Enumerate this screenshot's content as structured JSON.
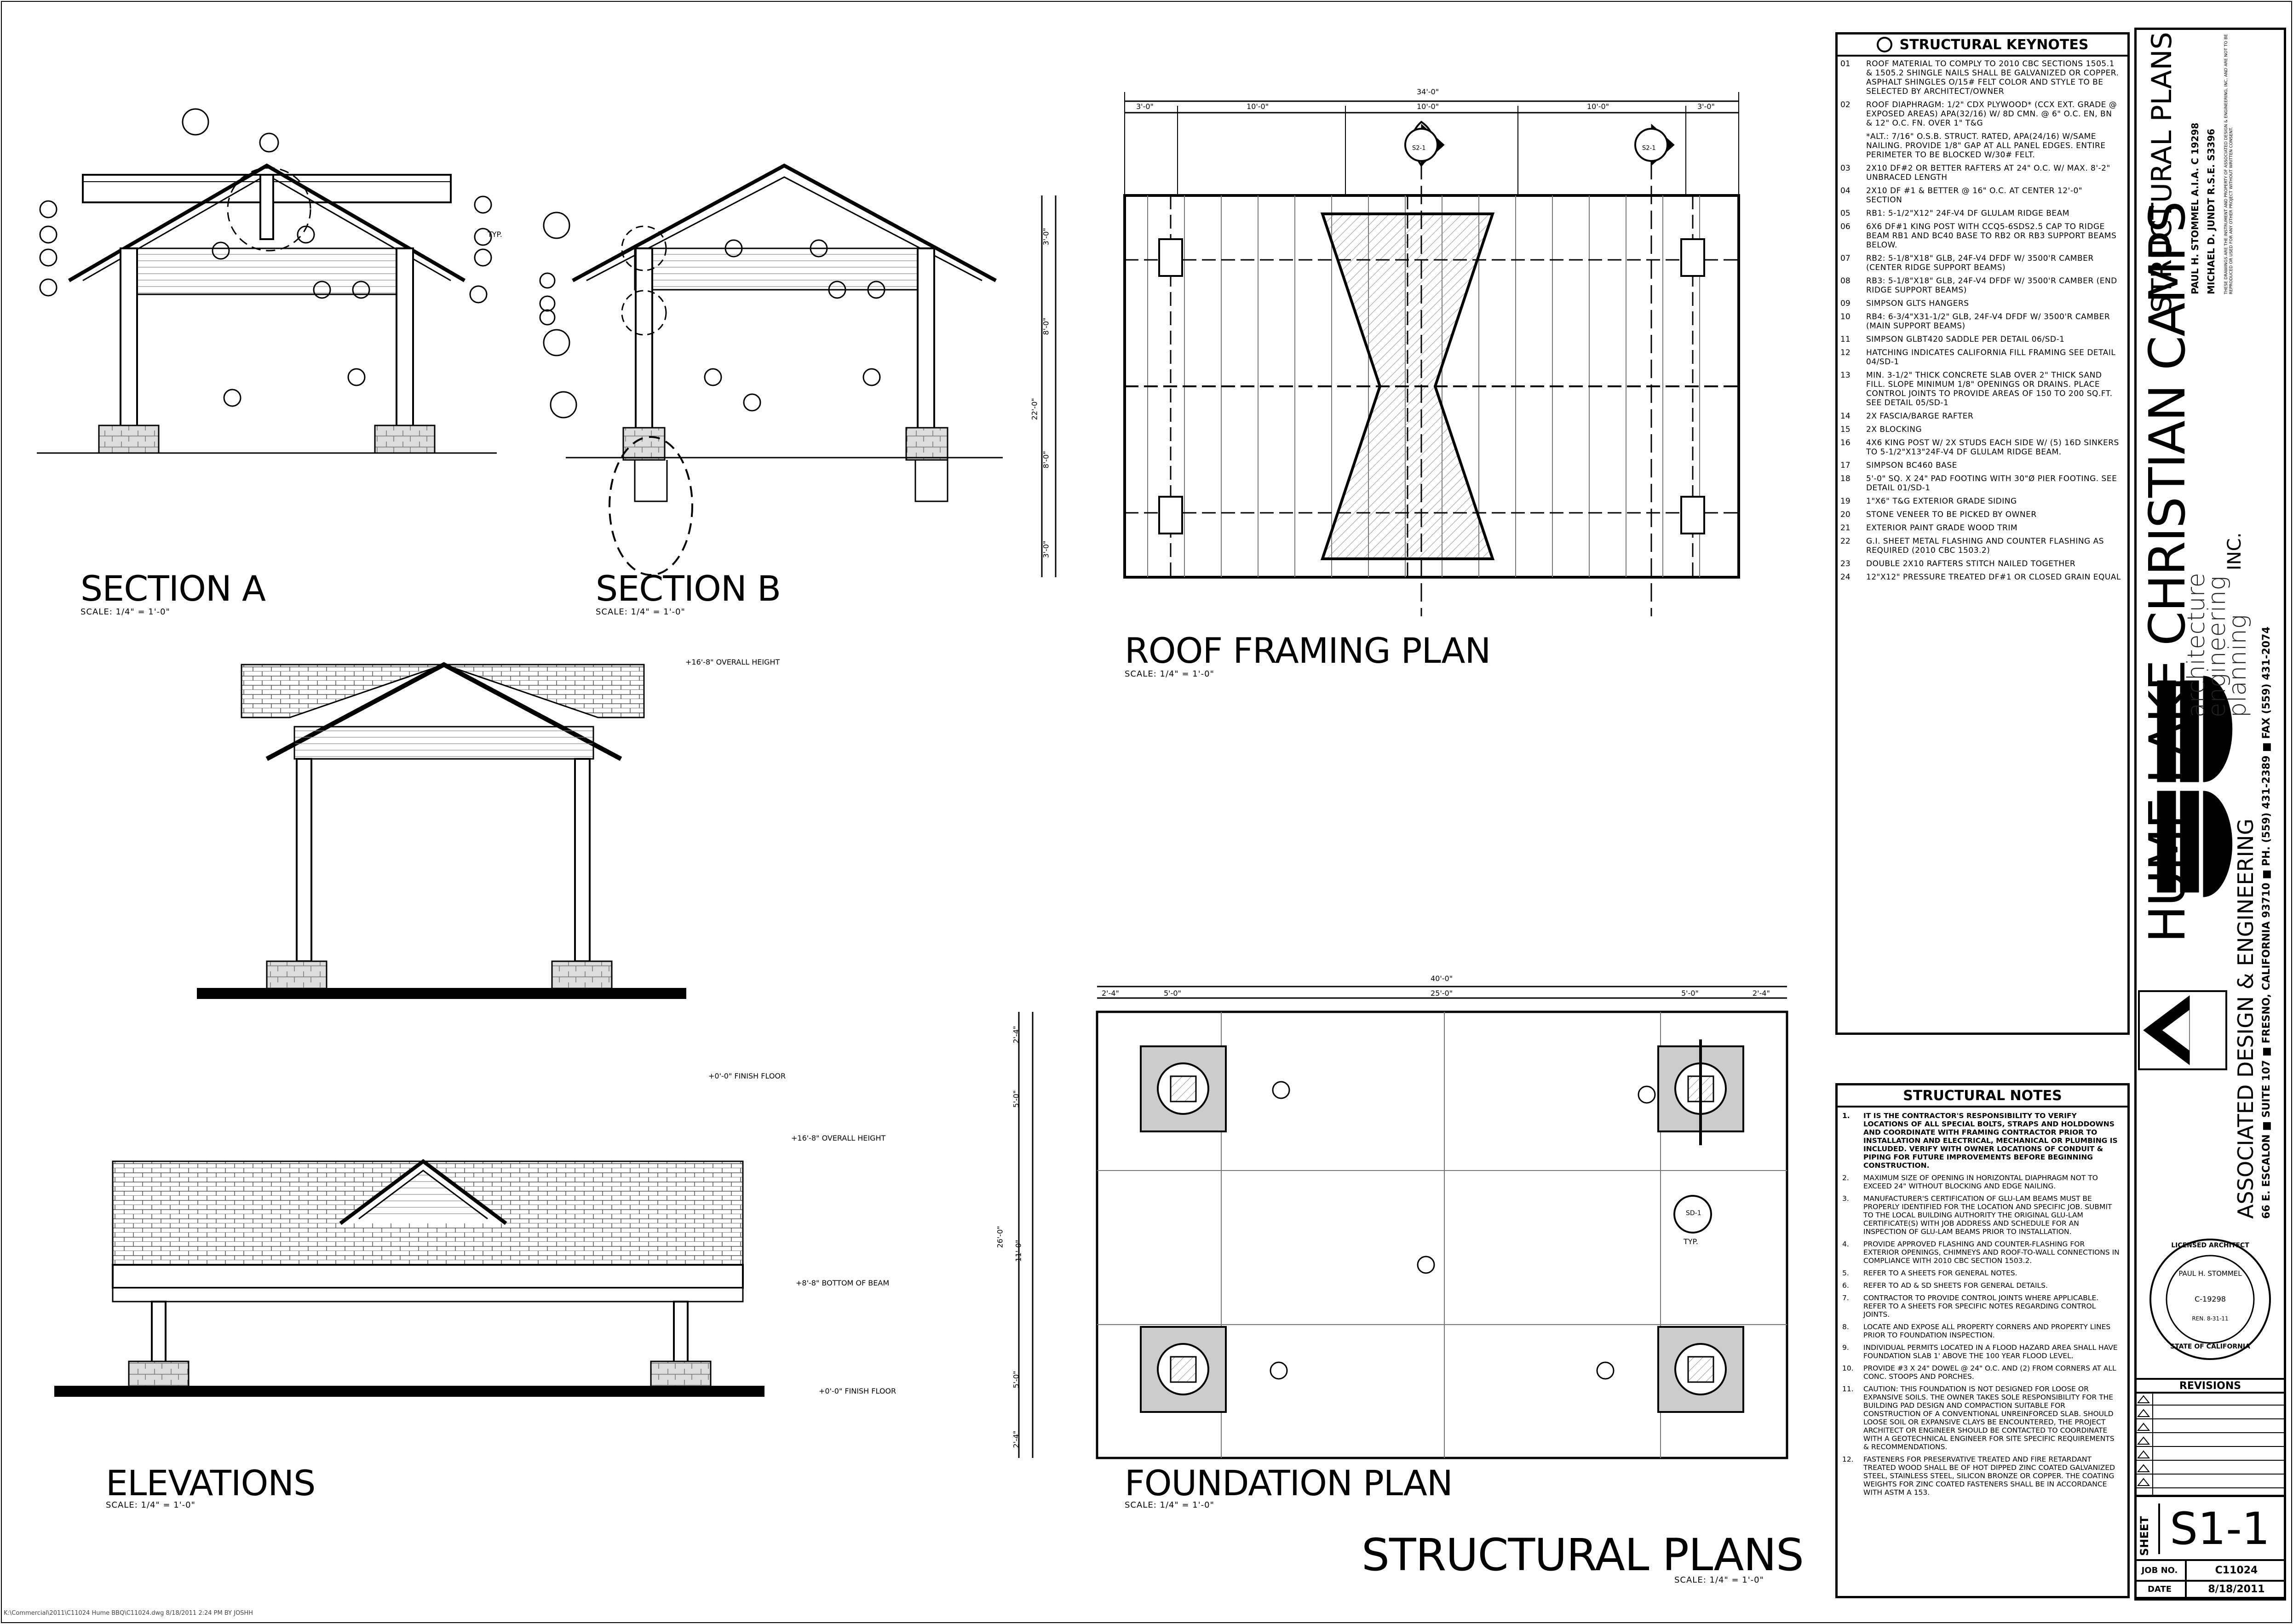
{
  "sheet_title_block": {
    "project_name": "HUME LAKE CHRISTIAN CAMPS",
    "sheet_title": "STRUCTURAL PLANS",
    "architect": "PAUL H. STOMMEL A.I.A. C 19298",
    "engineer": "MICHAEL D. JUNDT R.S.E. S3396",
    "ownership_note": "THESE DRAWINGS ARE THE INSTRUMENT AND PROPERTY OF ASSOCIATED DESIGN & ENGINEERING, INC. AND ARE NOT TO BE REPRODUCED OR USED FOR ANY OTHER PROJECT WITHOUT WRITTEN CONSENT.",
    "firm_tagline": [
      "architecture",
      "engineering",
      "planning",
      "INC."
    ],
    "firm_name": "ASSOCIATED DESIGN & ENGINEERING",
    "firm_address": "66 E. ESCALON ■ SUITE 107 ■ FRESNO, CALIFORNIA 93710 ■ PH. (559) 431-2389 ■ FAX (559) 431-2074",
    "stamp": {
      "top": "LICENSED ARCHITECT",
      "name": "PAUL H. STOMMEL",
      "number": "C-19298",
      "ren": "REN. 8-31-11",
      "bottom": "STATE OF CALIFORNIA"
    },
    "revisions_title": "REVISIONS",
    "sheet_label": "SHEET",
    "sheet_number": "S1-1",
    "job_no_label": "JOB NO.",
    "job_no": "C11024",
    "date_label": "DATE",
    "date": "8/18/2011"
  },
  "views": {
    "section_a": {
      "title": "SECTION A",
      "scale": "SCALE: 1/4\" = 1'-0\""
    },
    "section_b": {
      "title": "SECTION B",
      "scale": "SCALE: 1/4\" = 1'-0\""
    },
    "roof_framing": {
      "title": "ROOF FRAMING PLAN",
      "scale": "SCALE: 1/4\" = 1'-0\""
    },
    "elevations": {
      "title": "ELEVATIONS",
      "scale": "SCALE: 1/4\" = 1'-0\""
    },
    "foundation": {
      "title": "FOUNDATION PLAN",
      "scale": "SCALE: 1/4\" = 1'-0\""
    },
    "sheet_caption": {
      "title": "STRUCTURAL PLANS",
      "scale": "SCALE: 1/4\" = 1'-0\""
    }
  },
  "annotations": {
    "overall_height": "+16'-8\" OVERALL HEIGHT",
    "finish_floor": "+0'-0\" FINISH FLOOR",
    "bottom_of_beam": "+8'-8\" BOTTOM OF BEAM",
    "typ": "TYP.",
    "sd1": "SD-1",
    "s21": "S2-1"
  },
  "roof_dims": {
    "overall": "34'-0\"",
    "segments": [
      "3'-0\"",
      "10'-0\"",
      "10'-0\"",
      "10'-0\"",
      "3'-0\""
    ],
    "vertical_overall": "22'-0\"",
    "vertical_segments": [
      "3'-0\"",
      "8'-0\"",
      "8'-0\"",
      "3'-0\""
    ]
  },
  "foundation_dims": {
    "overall": "40'-0\"",
    "segments": [
      "2'-4\"",
      "5'-0\"",
      "25'-0\"",
      "5'-0\"",
      "2'-4\""
    ],
    "vertical_overall": "26'-0\"",
    "vertical_segments": [
      "2'-4\"",
      "5'-0\"",
      "11'-0\"",
      "5'-0\"",
      "2'-4\""
    ]
  },
  "keynotes": {
    "title": "STRUCTURAL KEYNOTES",
    "items": [
      {
        "num": "01",
        "text": "ROOF MATERIAL TO COMPLY TO 2010 CBC SECTIONS 1505.1 & 1505.2 SHINGLE NAILS SHALL BE GALVANIZED OR COPPER. ASPHALT SHINGLES O/15# FELT COLOR AND STYLE TO BE SELECTED BY ARCHITECT/OWNER"
      },
      {
        "num": "02",
        "text": "ROOF DIAPHRAGM: 1/2\" CDX PLYWOOD* (CCX EXT. GRADE @ EXPOSED AREAS) APA(32/16) W/ 8d CMN. @ 6\" O.C. EN, BN & 12\" O.C. FN. OVER 1\" T&G"
      },
      {
        "num": "",
        "text": "*ALT.: 7/16\" O.S.B. STRUCT. RATED, APA(24/16) W/SAME NAILING. PROVIDE 1/8\" GAP AT ALL PANEL EDGES. ENTIRE PERIMETER TO BE BLOCKED W/30# FELT."
      },
      {
        "num": "03",
        "text": "2x10 DF#2 OR BETTER RAFTERS AT 24\" O.C. W/ MAX. 8'-2\" UNBRACED LENGTH"
      },
      {
        "num": "04",
        "text": "2x10 DF #1 & BETTER @ 16\" O.C. AT CENTER 12'-0\" SECTION"
      },
      {
        "num": "05",
        "text": "RB1: 5-1/2\"x12\" 24F-V4 DF GLULAM RIDGE BEAM"
      },
      {
        "num": "06",
        "text": "6x6 DF#1 KING POST WITH CCQ5-6SDS2.5 CAP TO RIDGE BEAM RB1 AND BC40 BASE TO RB2 OR RB3 SUPPORT BEAMS BELOW."
      },
      {
        "num": "07",
        "text": "RB2: 5-1/8\"x18\" GLB, 24F-V4 DFDF W/ 3500'R CAMBER (CENTER RIDGE SUPPORT BEAMS)"
      },
      {
        "num": "08",
        "text": "RB3: 5-1/8\"x18\" GLB, 24F-V4 DFDF W/ 3500'R CAMBER (END RIDGE SUPPORT BEAMS)"
      },
      {
        "num": "09",
        "text": "SIMPSON GLTS HANGERS"
      },
      {
        "num": "10",
        "text": "RB4: 6-3/4\"x31-1/2\" GLB, 24F-V4 DFDF W/ 3500'R CAMBER (MAIN SUPPORT BEAMS)"
      },
      {
        "num": "11",
        "text": "SIMPSON GLBT420 SADDLE PER DETAIL 06/SD-1"
      },
      {
        "num": "12",
        "text": "HATCHING INDICATES CALIFORNIA FILL FRAMING SEE DETAIL 04/SD-1"
      },
      {
        "num": "13",
        "text": "MIN. 3-1/2\" THICK CONCRETE SLAB OVER 2\" THICK SAND FILL. SLOPE MINIMUM 1/8\" OPENINGS OR DRAINS. PLACE CONTROL JOINTS TO PROVIDE AREAS OF 150 TO 200 SQ.FT. SEE DETAIL 05/SD-1"
      },
      {
        "num": "14",
        "text": "2x FASCIA/BARGE RAFTER"
      },
      {
        "num": "15",
        "text": "2x BLOCKING"
      },
      {
        "num": "16",
        "text": "4x6 KING POST W/ 2x STUDS EACH SIDE W/ (5) 16d SINKERS TO 5-1/2\"x13\"24F-V4 DF GLULAM RIDGE BEAM."
      },
      {
        "num": "17",
        "text": "SIMPSON BC460 BASE"
      },
      {
        "num": "18",
        "text": "5'-0\" SQ. x 24\" PAD FOOTING WITH 30\"ø PIER FOOTING. SEE DETAIL 01/SD-1"
      },
      {
        "num": "19",
        "text": "1\"x6\" T&G EXTERIOR GRADE SIDING"
      },
      {
        "num": "20",
        "text": "STONE VENEER TO BE PICKED BY OWNER"
      },
      {
        "num": "21",
        "text": "EXTERIOR PAINT GRADE WOOD TRIM"
      },
      {
        "num": "22",
        "text": "G.I. SHEET METAL FLASHING AND COUNTER FLASHING AS REQUIRED (2010 CBC 1503.2)"
      },
      {
        "num": "23",
        "text": "DOUBLE 2x10 RAFTERS STITCH NAILED TOGETHER"
      },
      {
        "num": "24",
        "text": "12\"x12\" PRESSURE TREATED DF#1 OR CLOSED GRAIN EQUAL"
      }
    ]
  },
  "notes": {
    "title": "STRUCTURAL NOTES",
    "items": [
      {
        "num": "1.",
        "bold": true,
        "text": "IT IS THE CONTRACTOR'S RESPONSIBILITY TO VERIFY LOCATIONS OF ALL SPECIAL BOLTS, STRAPS AND HOLDDOWNS AND COORDINATE WITH FRAMING CONTRACTOR PRIOR TO INSTALLATION AND ELECTRICAL, MECHANICAL OR PLUMBING IS INCLUDED. VERIFY WITH OWNER LOCATIONS OF CONDUIT & PIPING FOR FUTURE IMPROVEMENTS BEFORE BEGINNING CONSTRUCTION."
      },
      {
        "num": "2.",
        "bold": false,
        "text": "MAXIMUM SIZE OF OPENING IN HORIZONTAL DIAPHRAGM NOT TO EXCEED 24\" WITHOUT BLOCKING AND EDGE NAILING."
      },
      {
        "num": "3.",
        "bold": false,
        "text": "MANUFACTURER'S CERTIFICATION OF GLU-LAM BEAMS MUST BE PROPERLY IDENTIFIED FOR THE LOCATION AND SPECIFIC JOB. SUBMIT TO THE LOCAL BUILDING AUTHORITY THE ORIGINAL GLU-LAM CERTIFICATE(S) WITH JOB ADDRESS AND SCHEDULE FOR AN INSPECTION OF GLU-LAM BEAMS PRIOR TO INSTALLATION."
      },
      {
        "num": "4.",
        "bold": false,
        "text": "PROVIDE APPROVED FLASHING AND COUNTER-FLASHING FOR EXTERIOR OPENINGS, CHIMNEYS AND ROOF-TO-WALL CONNECTIONS IN COMPLIANCE WITH 2010 CBC SECTION 1503.2."
      },
      {
        "num": "5.",
        "bold": false,
        "text": "REFER TO A SHEETS FOR GENERAL NOTES."
      },
      {
        "num": "6.",
        "bold": false,
        "text": "REFER TO AD & SD SHEETS FOR GENERAL DETAILS."
      },
      {
        "num": "7.",
        "bold": false,
        "text": "CONTRACTOR TO PROVIDE CONTROL JOINTS WHERE APPLICABLE. REFER TO A SHEETS FOR SPECIFIC NOTES REGARDING CONTROL JOINTS."
      },
      {
        "num": "8.",
        "bold": false,
        "text": "LOCATE AND EXPOSE ALL PROPERTY CORNERS AND PROPERTY LINES PRIOR TO FOUNDATION INSPECTION."
      },
      {
        "num": "9.",
        "bold": false,
        "text": "INDIVIDUAL PERMITS LOCATED IN A FLOOD HAZARD AREA SHALL HAVE FOUNDATION SLAB 1' ABOVE THE 100 YEAR FLOOD LEVEL."
      },
      {
        "num": "10.",
        "bold": false,
        "text": "PROVIDE #3 x 24\" DOWEL @ 24\" O.C. AND (2) FROM CORNERS AT ALL CONC. STOOPS AND PORCHES."
      },
      {
        "num": "11.",
        "bold": false,
        "text": "CAUTION: THIS FOUNDATION IS NOT DESIGNED FOR LOOSE OR EXPANSIVE SOILS. THE OWNER TAKES SOLE RESPONSIBILITY FOR THE BUILDING PAD DESIGN AND COMPACTION SUITABLE FOR CONSTRUCTION OF A CONVENTIONAL UNREINFORCED SLAB. SHOULD LOOSE SOIL OR EXPANSIVE CLAYS BE ENCOUNTERED, THE PROJECT ARCHITECT OR ENGINEER SHOULD BE CONTACTED TO COORDINATE WITH A GEOTECHNICAL ENGINEER FOR SITE SPECIFIC REQUIREMENTS & RECOMMENDATIONS."
      },
      {
        "num": "12.",
        "bold": false,
        "text": "FASTENERS FOR PRESERVATIVE TREATED AND FIRE RETARDANT TREATED WOOD SHALL BE OF HOT DIPPED ZINC COATED GALVANIZED STEEL, STAINLESS STEEL, SILICON BRONZE OR COPPER. THE COATING WEIGHTS FOR ZINC COATED FASTENERS SHALL BE IN ACCORDANCE WITH ASTM A 153."
      }
    ]
  },
  "file_path": "K:\\Commercial\\2011\\C11024 Hume BBQ\\C11024.dwg 8/18/2011 2:24 PM BY JOSHH"
}
